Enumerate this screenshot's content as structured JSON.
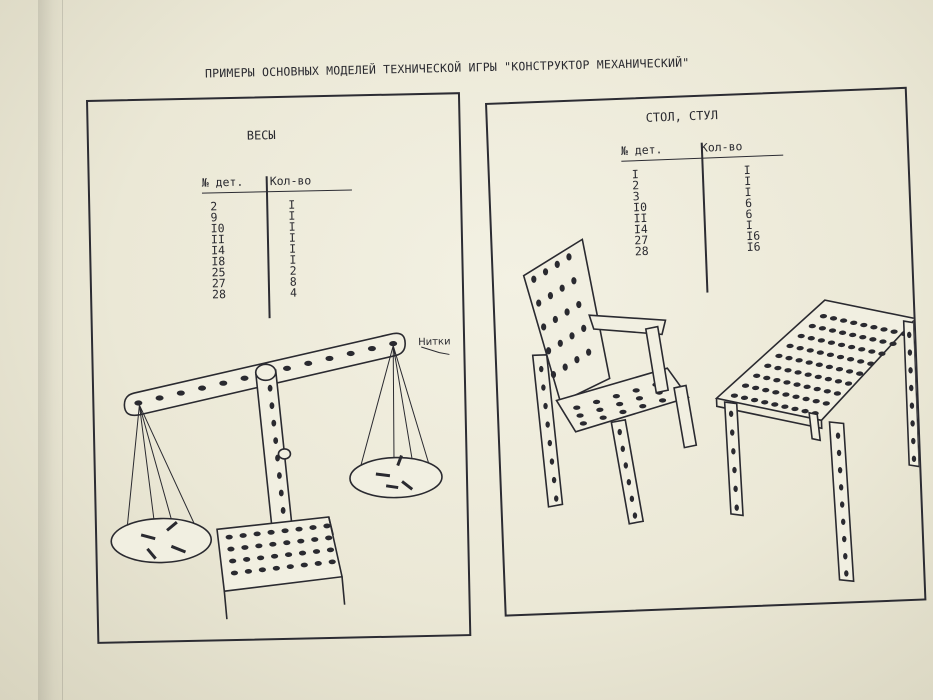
{
  "document": {
    "title": "ПРИМЕРЫ ОСНОВНЫХ МОДЕЛЕЙ ТЕХНИЧЕСКОЙ ИГРЫ \"КОНСТРУКТОР МЕХАНИЧЕСКИЙ\""
  },
  "scales": {
    "title": "ВЕСЫ",
    "col_part": "№ дет.",
    "col_qty": "Кол-во",
    "parts": [
      "2",
      "9",
      "I0",
      "II",
      "I4",
      "I8",
      "25",
      "27",
      "28"
    ],
    "qty": [
      "I",
      "I",
      "I",
      "I",
      "I",
      "I",
      "2",
      "8",
      "4"
    ],
    "annotation": "Нитки"
  },
  "furniture": {
    "title": "СТОЛ,  СТУЛ",
    "col_part": "№ дет.",
    "col_qty": "Кол-во",
    "parts": [
      "I",
      "2",
      "3",
      "I0",
      "II",
      "I4",
      "27",
      "28"
    ],
    "qty": [
      "I",
      "I",
      "I",
      "6",
      "6",
      "I",
      "I6",
      "I6"
    ]
  }
}
